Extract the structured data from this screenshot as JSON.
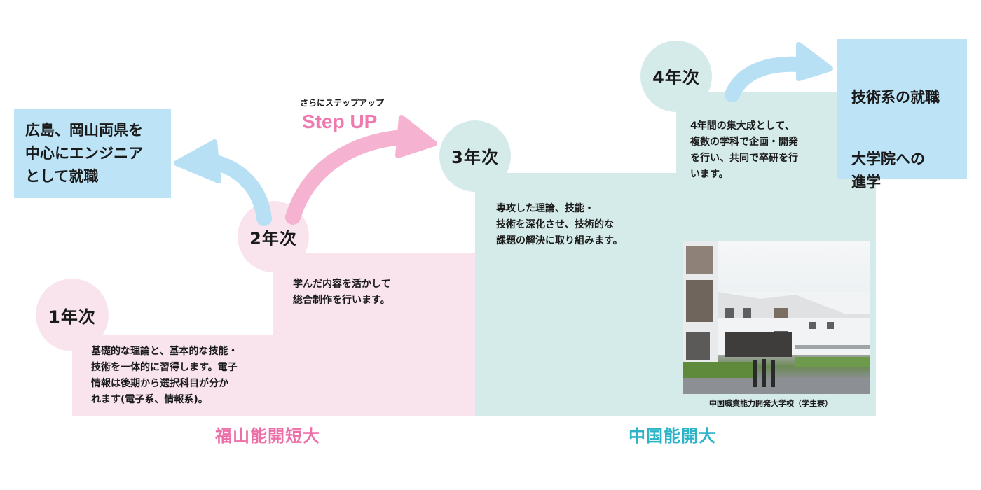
{
  "colors": {
    "pink_panel": "#F9E4EE",
    "teal_panel": "#D5EBEA",
    "outcome_box": "#BDE3F6",
    "pink_arrow": "#F5B3D1",
    "blue_arrow": "#B8E0F5",
    "step_up_text": "#EF7AB0",
    "fukuyama_label": "#EE6FA8",
    "chugoku_label": "#2BB3C8"
  },
  "steps": [
    {
      "label": "1年次",
      "description": "基礎的な理論と、基本的な技能・\n技術を一体的に習得します。電子\n情報は後期から選択科目が分か\nれます(電子系、情報系)。"
    },
    {
      "label": "2年次",
      "description": "学んだ内容を活かして\n総合制作を行います。"
    },
    {
      "label": "3年次",
      "description": "専攻した理論、技能・\n技術を深化させ、技術的な\n課題の解決に取り組みます。"
    },
    {
      "label": "4年次",
      "description": "4年間の集大成として、\n複数の学科で企画・開発\nを行い、共同で卒研を行\nいます。"
    }
  ],
  "outcomes": {
    "left": "広島、岡山両県を\n中心にエンジニア\nとして就職",
    "right_line1": "技術系の就職",
    "right_line2": "大学院への\n進学"
  },
  "step_up": {
    "subtitle": "さらにステップアップ",
    "title": "Step UP"
  },
  "photo": {
    "caption": "中国職業能力開発大学校（学生寮）"
  },
  "schools": {
    "left": "福山能開短大",
    "right": "中国能開大"
  }
}
